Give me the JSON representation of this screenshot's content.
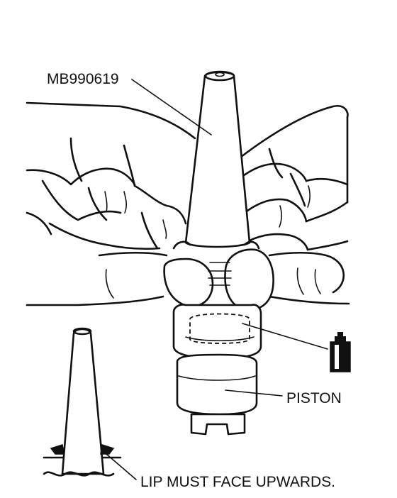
{
  "labels": {
    "tool": "MB990619",
    "piston": "PISTON",
    "lip_note": "LIP MUST FACE UPWARDS."
  },
  "icons": {
    "grease_can": "grease-can-icon"
  }
}
